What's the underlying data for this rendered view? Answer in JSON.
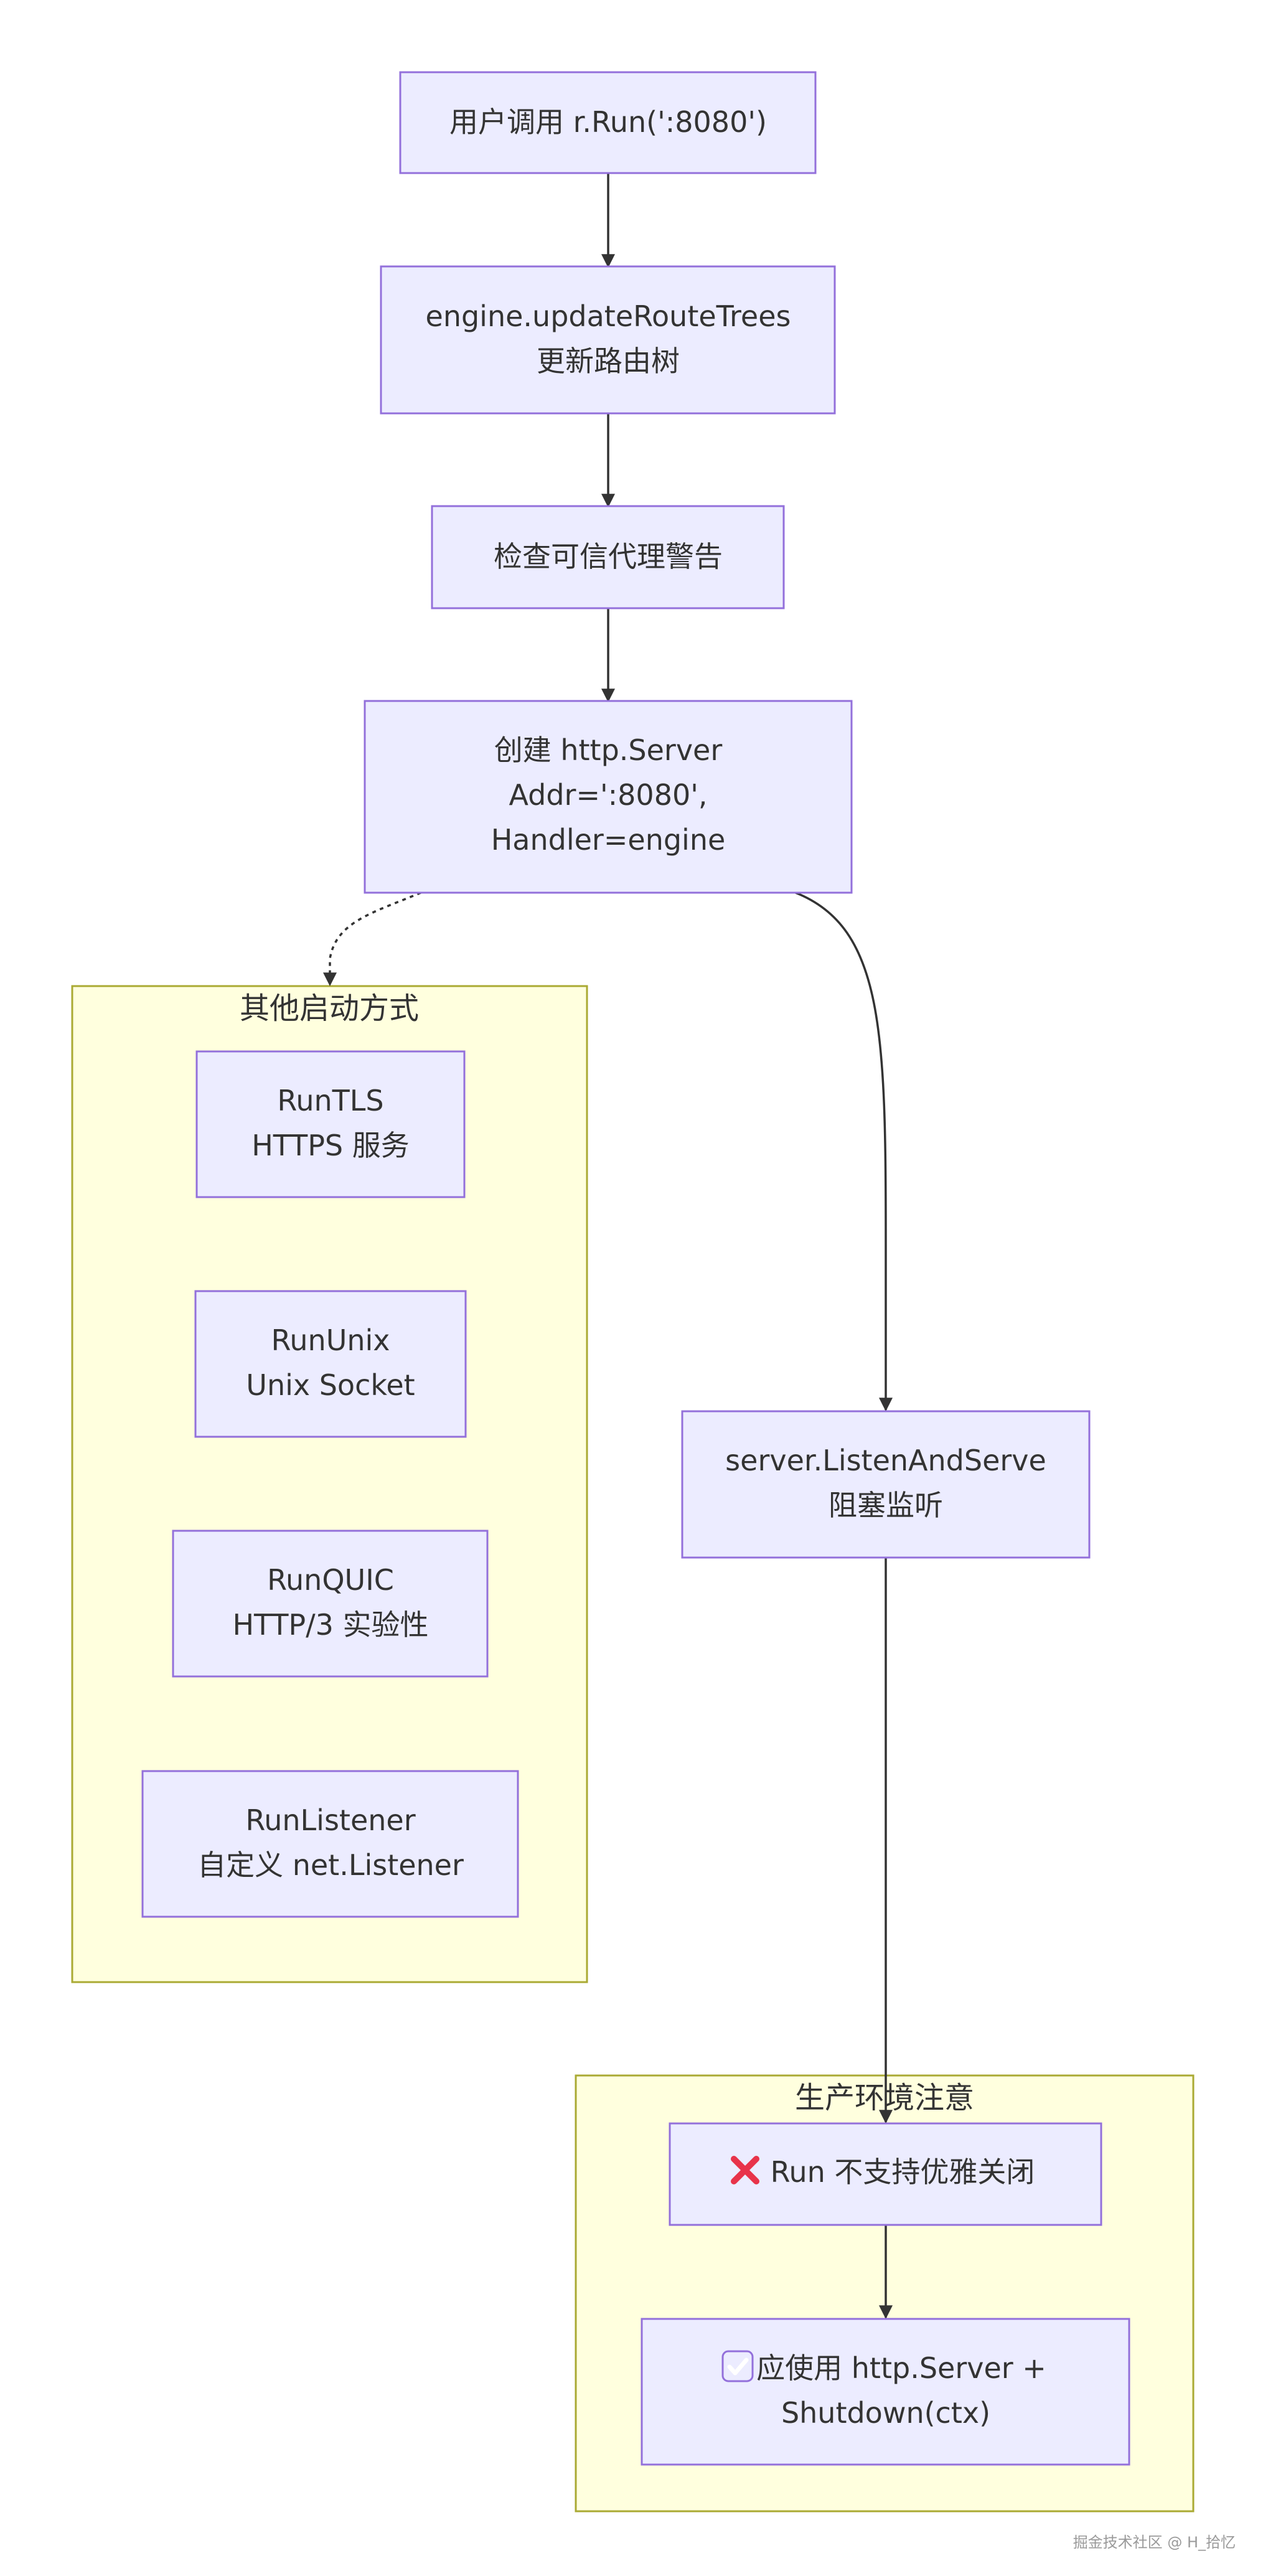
{
  "nodes": {
    "run_call": {
      "line1": "用户调用 r.Run(':8080')"
    },
    "update_trees": {
      "line1": "engine.updateRouteTrees",
      "line2": "更新路由树"
    },
    "trusted_proxy": {
      "line1": "检查可信代理警告"
    },
    "create_server": {
      "line1": "创建 http.Server",
      "line2": "Addr=':8080',",
      "line3": "Handler=engine"
    },
    "listen_serve": {
      "line1": "server.ListenAndServe",
      "line2": "阻塞监听"
    },
    "run_tls": {
      "line1": "RunTLS",
      "line2": "HTTPS 服务"
    },
    "run_unix": {
      "line1": "RunUnix",
      "line2": "Unix Socket"
    },
    "run_quic": {
      "line1": "RunQUIC",
      "line2": "HTTP/3 实验性"
    },
    "run_listener": {
      "line1": "RunListener",
      "line2": "自定义 net.Listener"
    },
    "no_graceful": {
      "icon": "❌",
      "line1": "Run 不支持优雅关闭"
    },
    "use_shutdown": {
      "icon": "✅",
      "line1": "应使用 http.Server +",
      "line2": "Shutdown(ctx)"
    }
  },
  "clusters": {
    "other_start": {
      "title": "其他启动方式"
    },
    "production": {
      "title": "生产环境注意"
    }
  },
  "watermark": "掘金技术社区 @ H_拾忆",
  "colors": {
    "node_fill": "#ECECFF",
    "node_stroke": "#9370DB",
    "cluster_fill": "#FFFFDE",
    "cluster_stroke": "#AAAA33",
    "edge": "#333333",
    "cross_icon": "#E8334A",
    "check_icon": "#1FBF5F"
  }
}
